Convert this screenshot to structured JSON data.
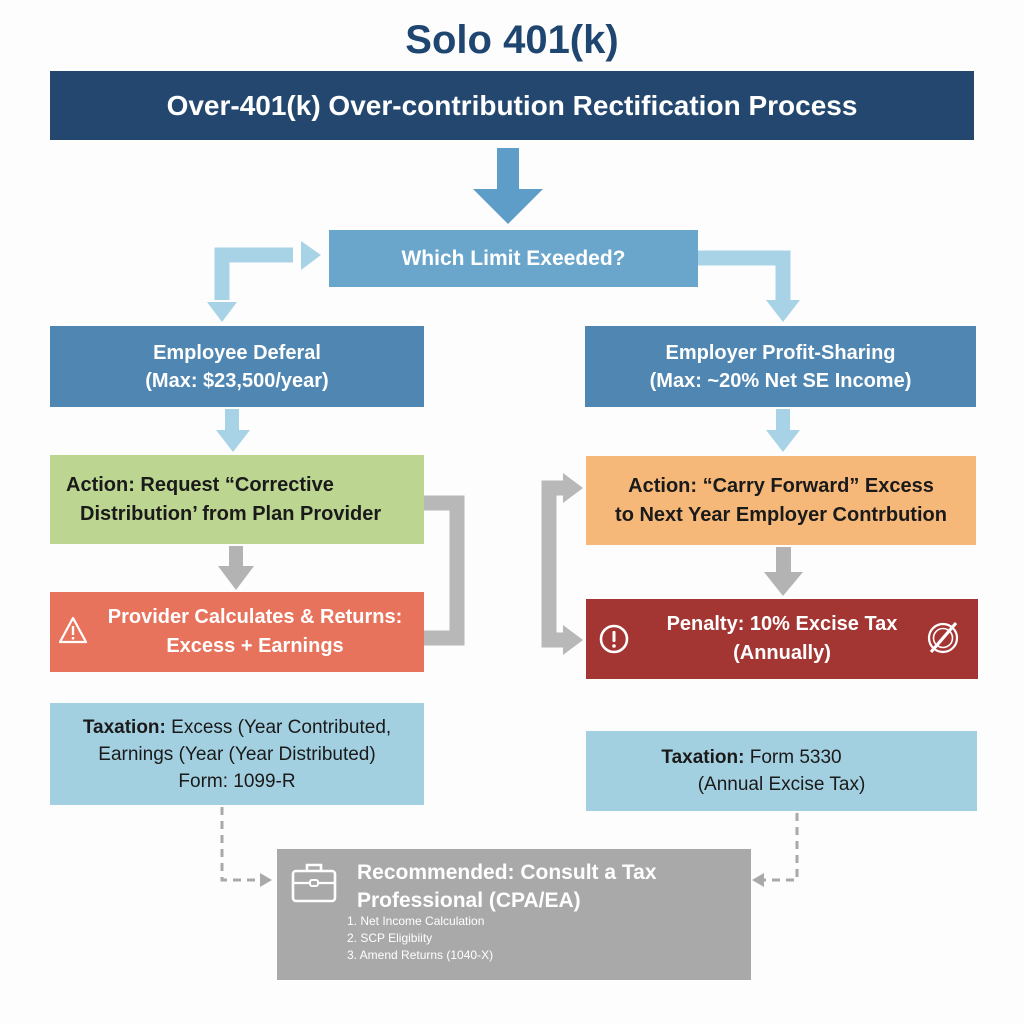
{
  "title": "Solo 401(k)",
  "banner": "Over-401(k) Over-contribution Rectification Process",
  "decision": "Which Limit Exeeded?",
  "left_branch": {
    "limit_title": "Employee Deferal",
    "limit_detail": "(Max: $23,500/year)",
    "action_line1": "Action: Request “Corrective",
    "action_line2": "Distribution’ from Plan Provider",
    "provider_line1": "Provider Calculates & Returns:",
    "provider_line2": "Excess + Earnings",
    "provider_icon": "warning-triangle-icon",
    "taxation_label": "Taxation:",
    "taxation_line1": "Excess (Year Contributed,",
    "taxation_line2": "Earnings (Year (Year Distributed)",
    "taxation_line3": "Form: 1099-R"
  },
  "right_branch": {
    "limit_title": "Employer Profit-Sharing",
    "limit_detail": "(Max: ~20% Net SE Income)",
    "action_line1": "Action: “Carry Forward” Excess",
    "action_line2": "to Next Year Employer Contrbution",
    "penalty_line1": "Penalty: 10% Excise Tax",
    "penalty_line2": "(Annually)",
    "penalty_left_icon": "exclamation-circle-icon",
    "penalty_right_icon": "prohibited-icon",
    "taxation_label": "Taxation:",
    "taxation_line1": "Form 5330",
    "taxation_line2": "(Annual Excise Tax)"
  },
  "consult": {
    "icon": "briefcase-icon",
    "heading_line1": "Recommended: Consult a Tax",
    "heading_line2": "Professional (CPA/EA)",
    "items": [
      "1. Net Income Calculation",
      "2. SCP Eligibiity",
      "3. Amend Returns (1040-X)"
    ]
  },
  "colors": {
    "title": "#1f4670",
    "banner": "#23476f",
    "decision": "#6aa6cc",
    "limit_boxes": "#4f86b2",
    "action_left": "#bcd590",
    "action_right": "#f5b878",
    "provider": "#e8735c",
    "penalty": "#a33633",
    "taxation": "#a3d0e1",
    "consult": "#a9a9a9"
  }
}
